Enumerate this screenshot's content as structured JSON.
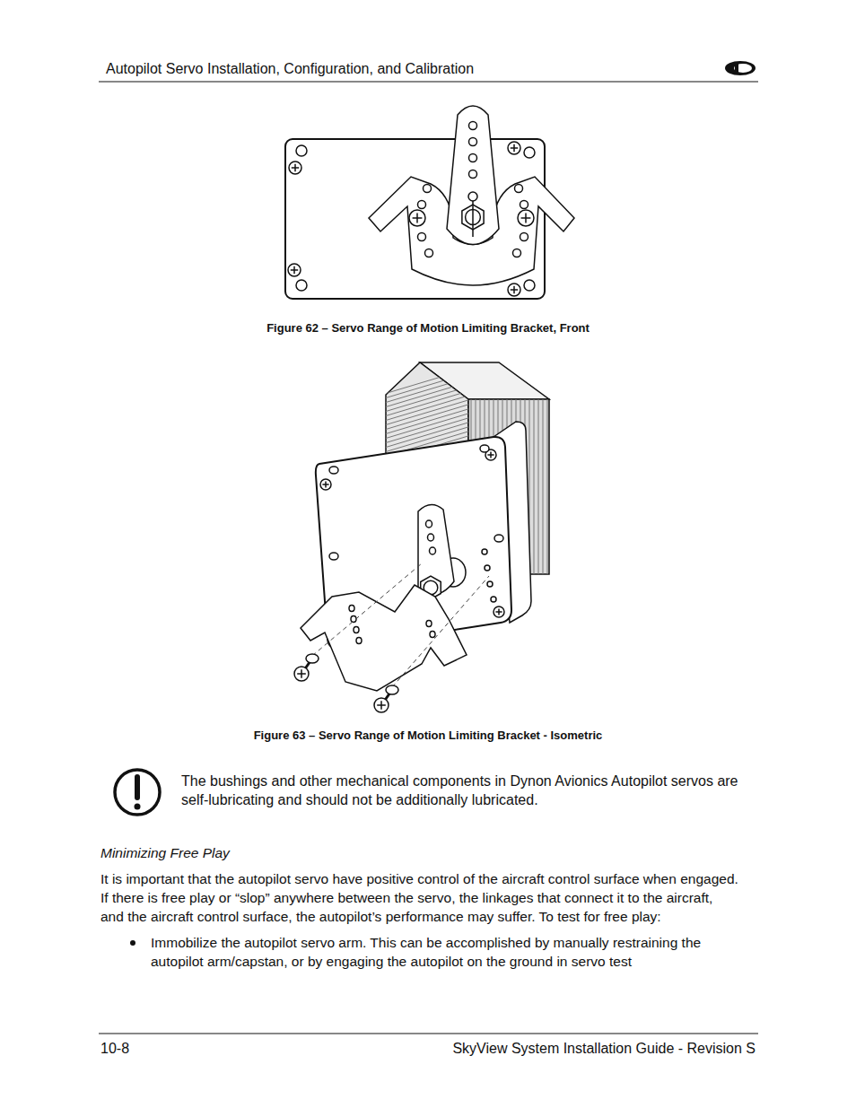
{
  "diagram": {
    "title": "Autopilot Servo Installation, Configuration, and Calibration",
    "labels": [
      "Figure 62 – Servo Range of Motion Limiting Bracket, Front",
      "Figure 63 – Servo Range of Motion Limiting Bracket - Isometric",
      "The bushings and other mechanical components in Dynon Avionics Autopilot servos are self-lubricating and should not be additionally lubricated.",
      "Minimizing Free Play",
      "It is important that the autopilot servo have positive control of the aircraft control surface when engaged. If there is free play or “slop” anywhere between the servo, the linkages that connect it to the aircraft, and the aircraft control surface, the autopilot’s performance may suffer. To test for free play:",
      "Immobilize the autopilot servo arm. This can be accomplished by manually restraining the autopilot arm/capstan, or by engaging the autopilot on the ground in servo test",
      "10-8",
      "SkyView System Installation Guide - Revision S"
    ]
  }
}
